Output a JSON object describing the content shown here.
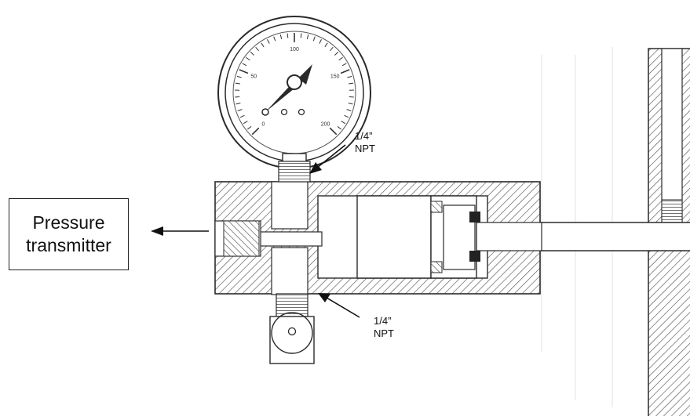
{
  "labels": {
    "transmitter_line1": "Pressure",
    "transmitter_line2": "transmitter",
    "npt_top_line1": "1/4”",
    "npt_top_line2": "NPT",
    "npt_bottom_line1": "1/4”",
    "npt_bottom_line2": "NPT"
  },
  "gauge": {
    "ticks": [
      "0",
      "50",
      "100",
      "150",
      "200"
    ]
  },
  "colors": {
    "line": "#2a2a2a",
    "hatch": "#555555",
    "faint": "#d8d8d8"
  }
}
